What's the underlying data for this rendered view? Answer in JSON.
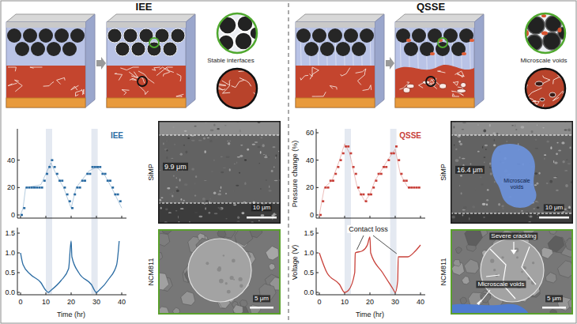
{
  "diagram": {
    "nodes": [
      {
        "text": [
          "IEE"
        ]
      },
      {
        "text": [
          "SiMP",
          "9.9 μm",
          "10 μm"
        ],
        "in": 0
      },
      {
        "text": [
          "NCM811",
          "5 μm"
        ],
        "in": 0
      },
      {
        "text": [
          "QSSE"
        ]
      },
      {
        "text": [
          "SiMP",
          "16.4 μm",
          "Microscale voids",
          "10 μm"
        ],
        "in": 3
      },
      {
        "text": [
          "NCM811",
          "Severe cracking",
          "Microscale voids",
          "5 μm"
        ],
        "in": 3
      }
    ],
    "labels": [
      "Stable interfaces",
      "40",
      "20",
      "0",
      "IEE",
      "1.5",
      "1.0",
      "0.5",
      "0.0",
      "0",
      "10",
      "20",
      "30",
      "40",
      "Time (hr)",
      "Microscale voids",
      "Pressure change (%)",
      "60",
      "40",
      "20",
      "0",
      "QSSE",
      "Voltage (V)",
      "1.5",
      "1.0",
      "0.5",
      "0.0",
      "Contact loss",
      "0",
      "10",
      "20",
      "30",
      "40",
      "Time (hr)"
    ]
  }
}
